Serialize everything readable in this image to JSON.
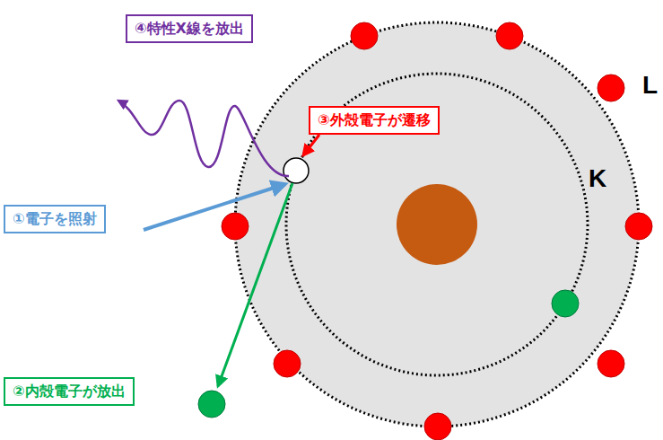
{
  "diagram": {
    "nodes": [
      {
        "text": [
          "④特性X線を放出"
        ]
      },
      {
        "text": [
          "③外殻電子が遷移"
        ]
      },
      {
        "text": [
          "①電子を照射"
        ]
      },
      {
        "text": [
          "②内殻電子が放出"
        ]
      }
    ],
    "labels": [
      "L",
      "K"
    ]
  }
}
